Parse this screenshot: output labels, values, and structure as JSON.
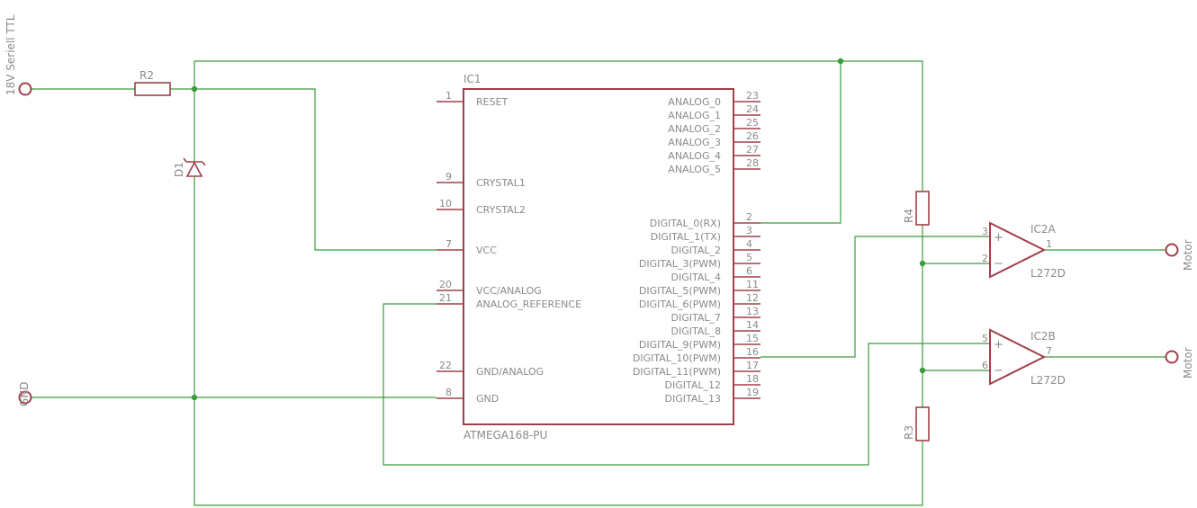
{
  "colors": {
    "wire": "#3c9c3c",
    "part": "#a04048",
    "text": "#8a8a8a",
    "background": "#ffffff"
  },
  "terminals": {
    "ttl": "18V Seriell TTL",
    "gnd": "GND",
    "motor1": "Motor",
    "motor2": "Motor"
  },
  "components": {
    "r2": "R2",
    "d1": "D1",
    "r4": "R4",
    "r3": "R3",
    "ic1": {
      "name": "IC1",
      "value": "ATMEGA168-PU"
    },
    "ic2a": {
      "name": "IC2A",
      "value": "L272D"
    },
    "ic2b": {
      "name": "IC2B",
      "value": "L272D"
    }
  },
  "ic1_left_pins": [
    {
      "num": "1",
      "label": "RESET"
    },
    {
      "num": "9",
      "label": "CRYSTAL1"
    },
    {
      "num": "10",
      "label": "CRYSTAL2"
    },
    {
      "num": "7",
      "label": "VCC"
    },
    {
      "num": "20",
      "label": "VCC/ANALOG"
    },
    {
      "num": "21",
      "label": "ANALOG_REFERENCE"
    },
    {
      "num": "22",
      "label": "GND/ANALOG"
    },
    {
      "num": "8",
      "label": "GND"
    }
  ],
  "ic1_right_pins": [
    {
      "num": "23",
      "label": "ANALOG_0"
    },
    {
      "num": "24",
      "label": "ANALOG_1"
    },
    {
      "num": "25",
      "label": "ANALOG_2"
    },
    {
      "num": "26",
      "label": "ANALOG_3"
    },
    {
      "num": "27",
      "label": "ANALOG_4"
    },
    {
      "num": "28",
      "label": "ANALOG_5"
    },
    {
      "num": "2",
      "label": "DIGITAL_0(RX)"
    },
    {
      "num": "3",
      "label": "DIGITAL_1(TX)"
    },
    {
      "num": "4",
      "label": "DIGITAL_2"
    },
    {
      "num": "5",
      "label": "DIGITAL_3(PWM)"
    },
    {
      "num": "6",
      "label": "DIGITAL_4"
    },
    {
      "num": "11",
      "label": "DIGITAL_5(PWM)"
    },
    {
      "num": "12",
      "label": "DIGITAL_6(PWM)"
    },
    {
      "num": "13",
      "label": "DIGITAL_7"
    },
    {
      "num": "14",
      "label": "DIGITAL_8"
    },
    {
      "num": "15",
      "label": "DIGITAL_9(PWM)"
    },
    {
      "num": "16",
      "label": "DIGITAL_10(PWM)"
    },
    {
      "num": "17",
      "label": "DIGITAL_11(PWM)"
    },
    {
      "num": "18",
      "label": "DIGITAL_12"
    },
    {
      "num": "19",
      "label": "DIGITAL_13"
    }
  ],
  "opamp_pins": {
    "a_plus": "3",
    "a_minus": "2",
    "a_out": "1",
    "b_plus": "5",
    "b_minus": "6",
    "b_out": "7",
    "plus_sign": "+",
    "minus_sign": "−"
  }
}
